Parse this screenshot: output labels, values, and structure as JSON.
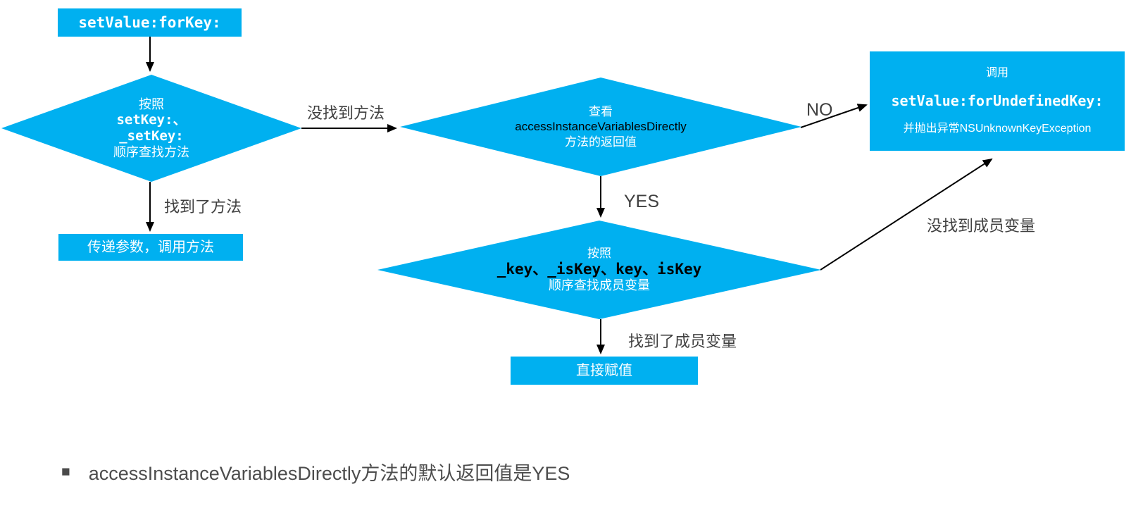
{
  "colors": {
    "accent": "#00b0f0",
    "arrow": "#000000",
    "edge_label": "#404040",
    "note_text": "#4d4d4d",
    "diamond_code_text": "#000000",
    "node_text": "#ffffff"
  },
  "nodes": {
    "start": {
      "code": "setValue:forKey:"
    },
    "find_method": {
      "line1": "按照",
      "code1": "setKey:、",
      "code2": "_setKey:",
      "line2": "顺序查找方法"
    },
    "call_method": {
      "label": "传递参数，调用方法"
    },
    "check_access": {
      "line1": "查看",
      "code": "accessInstanceVariablesDirectly",
      "line2": "方法的返回值"
    },
    "find_ivar": {
      "line1": "按照",
      "code": "_key、_isKey、key、isKey",
      "line2": "顺序查找成员变量"
    },
    "assign": {
      "label": "直接赋值"
    },
    "exception": {
      "line1": "调用",
      "code": "setValue:forUndefinedKey:",
      "line2": "并抛出异常NSUnknownKeyException"
    }
  },
  "edge_labels": {
    "method_not_found": "没找到方法",
    "method_found": "找到了方法",
    "no": "NO",
    "yes": "YES",
    "ivar_found": "找到了成员变量",
    "ivar_not_found": "没找到成员变量"
  },
  "note": {
    "bullet": "■",
    "text": "accessInstanceVariablesDirectly方法的默认返回值是YES"
  }
}
